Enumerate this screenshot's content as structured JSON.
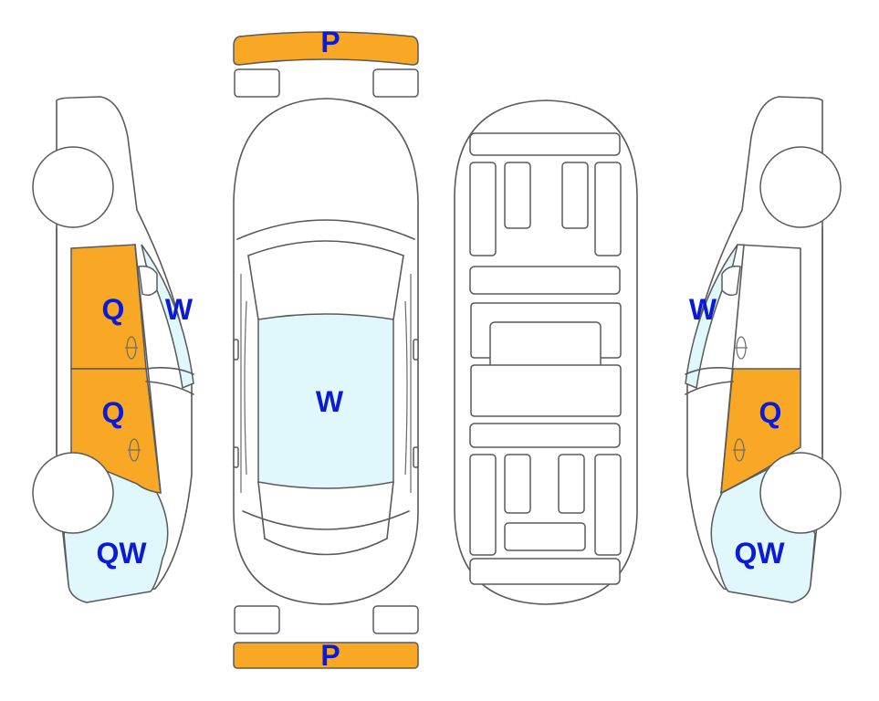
{
  "colors": {
    "orange": "#f9a825",
    "blue_light": "#e0f7fb",
    "label": "#0a1ad6",
    "outline": "#5a5a5a"
  },
  "labels": {
    "front_bumper": "P",
    "rear_bumper": "P",
    "roof": "W",
    "left_front_door": "Q",
    "left_rear_door": "Q",
    "left_windshield": "W",
    "left_front_fender": "QW",
    "right_windshield": "W",
    "right_front_door": "Q",
    "right_front_fender": "QW"
  }
}
